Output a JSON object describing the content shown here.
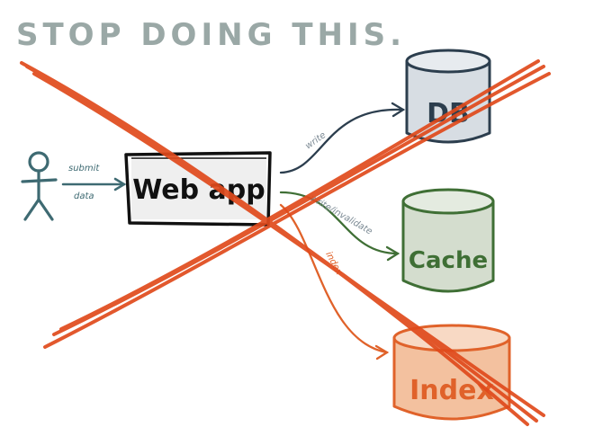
{
  "title": "STOP DOING THIS.",
  "actor": {
    "labels": [
      "submit",
      "data"
    ]
  },
  "nodes": {
    "webapp": "Web app",
    "db": "DB",
    "cache": "Cache",
    "index": "Index"
  },
  "edges": {
    "write": "write",
    "cache_invalidate": "write/invalidate",
    "index": "index"
  },
  "colors": {
    "title": "#9aa8a6",
    "actor": "#3e6a72",
    "webapp_border": "#111111",
    "db": "#2c3e4e",
    "db_fill": "#d7dde3",
    "cache": "#3f6f35",
    "cache_fill": "#d4ddce",
    "index": "#e0622a",
    "index_fill": "#f3c19f",
    "cross": "#e04a1c",
    "edge_label": "#7c8a94"
  }
}
